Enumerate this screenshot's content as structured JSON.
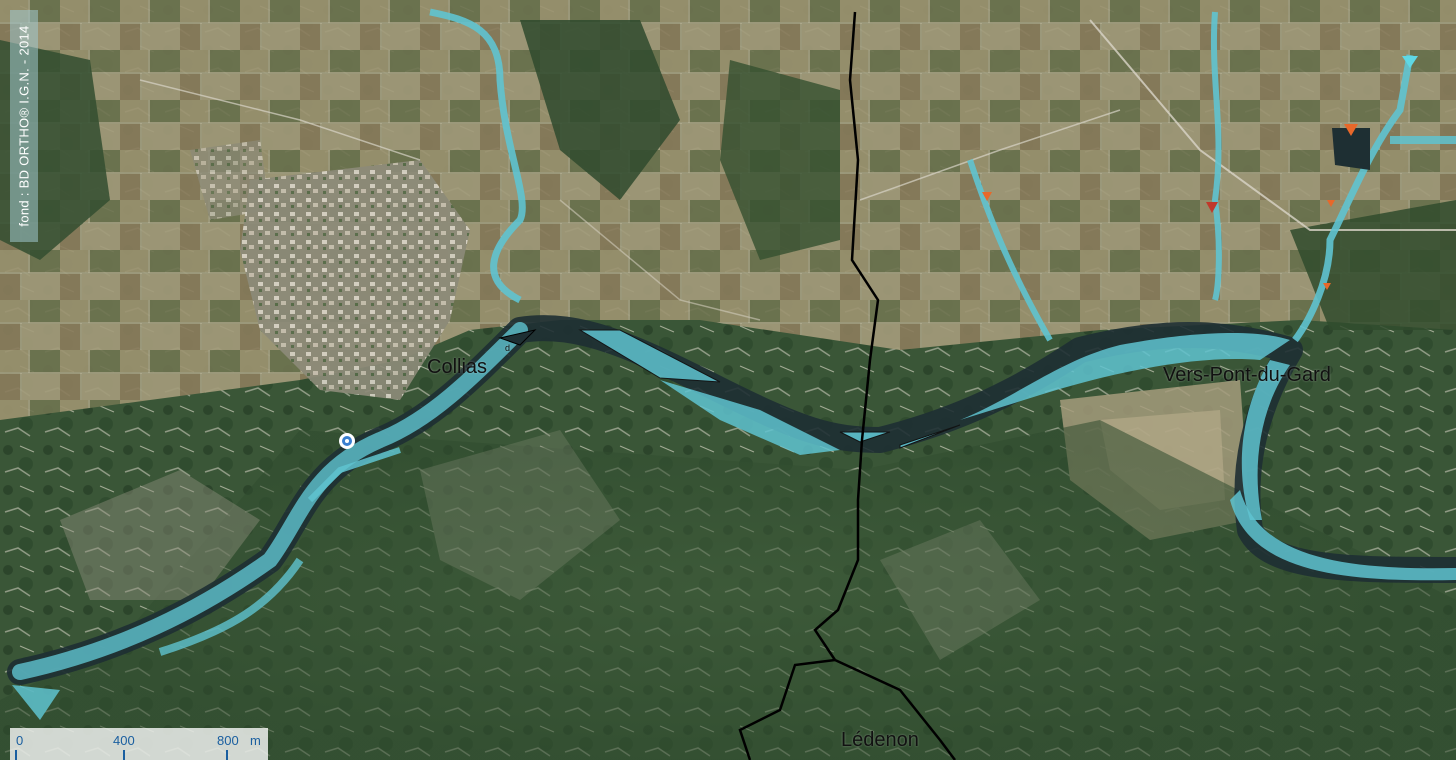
{
  "map": {
    "places": {
      "collias": "Collias",
      "vers_pont_du_gard": "Vers-Pont-du-Gard",
      "ledenon": "Lédenon"
    },
    "small_marker_label": "d",
    "credit": "fond : BD ORTHO® I.G.N. - 2014",
    "scale": {
      "ticks": [
        "0",
        "400",
        "800"
      ],
      "unit": "m"
    }
  },
  "legend_colors": {
    "water_zone": "#5fc3d0",
    "channel": "#1e2f33",
    "boundary": "#000000",
    "marker_orange": "#e8682a",
    "marker_red": "#c0392b",
    "location_pin": "#ffffff"
  },
  "icons": [
    "location-pin-icon",
    "orange-triangle-marker-icon",
    "red-triangle-marker-icon",
    "cyan-triangle-marker-icon"
  ]
}
